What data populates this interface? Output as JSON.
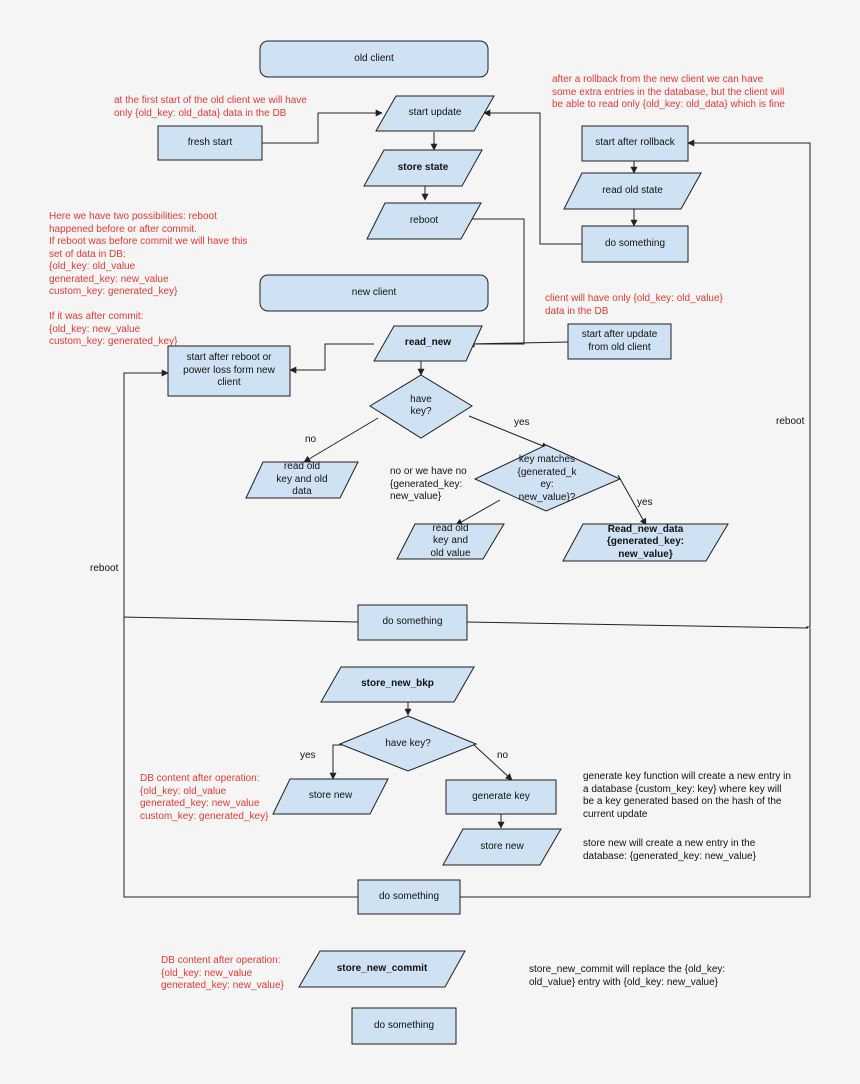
{
  "colors": {
    "fill": "#cfe2f3",
    "stroke": "#1f1f1f",
    "line": "#222222",
    "note_red": "#e53935",
    "note_black": "#111111",
    "background": "#f5f5f5"
  },
  "nodes": {
    "old_client": "old client",
    "start_update": "start update",
    "fresh_start": "fresh start",
    "store_state": "store state",
    "reboot_node": "reboot",
    "start_after_rollback": "start after rollback",
    "read_old_state": "read old state",
    "do_something_top": "do something",
    "new_client": "new client",
    "read_new": "read_new",
    "start_after_update": "start after update\nfrom old client",
    "start_after_reboot": "start after reboot or\npower loss form new\nclient",
    "have_key_1": "have\nkey?",
    "read_old_key_data": "read old\nkey and old\ndata",
    "key_matches": "key matches\n{generated_k\ney:\nnew_value}?",
    "read_old_key_value": "read old\nkey and\nold value",
    "read_new_data": "Read_new_data\n{generated_key:\nnew_value}",
    "do_something_mid": "do something",
    "store_new_bkp": "store_new_bkp",
    "have_key_2": "have key?",
    "store_new_1": "store new",
    "generate_key": "generate key",
    "store_new_2": "store new",
    "do_something_lower": "do something",
    "store_new_commit": "store_new_commit",
    "do_something_bottom": "do something"
  },
  "labels": {
    "no_1": "no",
    "yes_1": "yes",
    "no_or": "no or we have no\n{generated_key:\nnew_value}",
    "yes_2": "yes",
    "reboot_left": "reboot",
    "reboot_right": "reboot",
    "yes_3": "yes",
    "no_3": "no"
  },
  "notes": {
    "first_start": "at the first start of the old client we will have\nonly {old_key: old_data} data in the DB",
    "rollback": "after a rollback from the new client we can have\nsome extra entries in the database, but the client will\nbe able to read only {old_key: old_data} which is fine",
    "two_possibilities": "Here we have two possibilities: reboot\nhappened before or after commit.\nIf reboot was before commit we will have this\nset of data in DB:\n{old_key: old_value\ngenerated_key: new_value\ncustom_key: generated_key}\n\nIf it was after commit:\n{old_key: new_value\ncustom_key: generated_key}",
    "client_only": "client will have only {old_key: old_value}\ndata in the DB",
    "db_after_bkp": "DB content after operation:\n{old_key: old_value\ngenerated_key: new_value\ncustom_key: generated_key}",
    "generate_key_fn": "generate key function will create a new entry in\na database {custom_key: key} where key will\nbe a key generated based on the hash of the\ncurrent update",
    "store_new_fn": "store new will create a new entry in the\ndatabase: {generated_key: new_value}",
    "db_after_commit": "DB content after operation:\n{old_key: new_value\ngenerated_key: new_value}",
    "commit_fn": "store_new_commit will replace the {old_key:\nold_value} entry with {old_key: new_value}"
  }
}
